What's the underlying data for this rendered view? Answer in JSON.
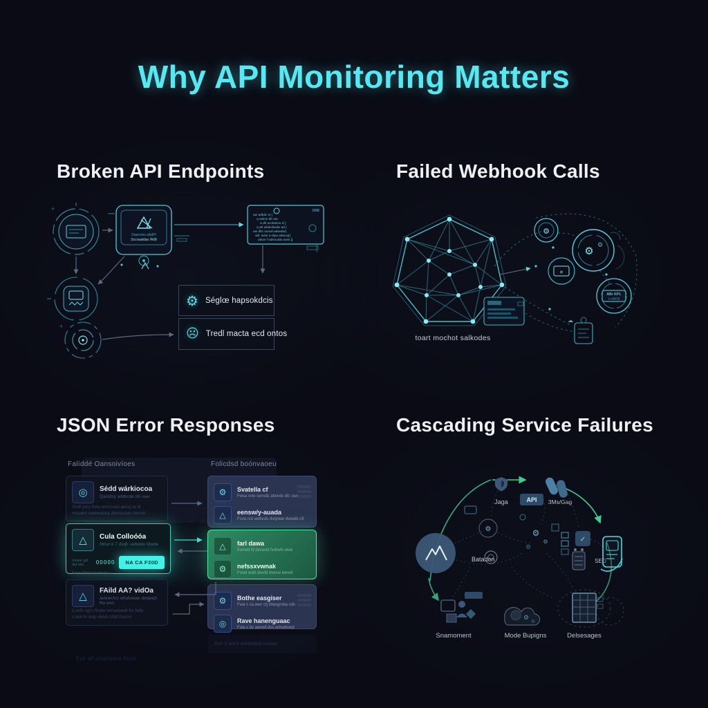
{
  "page": {
    "title": "Why API Monitoring Matters"
  },
  "colors": {
    "accent_cyan": "#57e9f1",
    "diagram_cyan": "#4fd4e0",
    "green": "#43d98e",
    "button_cyan": "#42f2e6",
    "heading": "#eef0f4"
  },
  "q1": {
    "heading": "Broken API Endpoints",
    "device": {
      "line1": "Dawcnes wbdPi",
      "line2": "Sccvaatdas /A08"
    },
    "terminal": {
      "corner": "GBB",
      "lines": [
        "aw adbdc w {",
        "q wdcw-db aw:",
        "a db wcdadcw d }",
        "q ab wbdcdwdw ad {",
        "aw dbc wcwd-adwwbd,",
        "wb: aww a-dqw adwcq()",
        "adwv f wdwcada aww {}"
      ]
    },
    "callouts": [
      {
        "label": "Séglœ hapsokdcis"
      },
      {
        "label": "Tredl macta ecd ontos"
      }
    ]
  },
  "q2": {
    "heading": "Failed Webhook Calls",
    "caption": "toart mochot salkodes",
    "badge_line1": "ABr KPL",
    "badge_line2": "A-3OO3"
  },
  "q3": {
    "heading": "JSON Error Responses",
    "left": {
      "header": "Falíddé Oansoivíoes",
      "card_a": {
        "title": "Sédd wárkiocoa",
        "sub": "Qastdsy wfdbcde nb vaw",
        "body1": "Svdf ysru bwe-wnsmaal awsq ta tif",
        "body2": "mcuard wamwarkq dwrwucae cwvud"
      },
      "card_b": {
        "title": "Cula Colloóóa",
        "sub": "/Wsd d 7 dsqh uwbdde fdwde",
        "meta": "Uswsr grt dut wtc",
        "code": "OOOOO",
        "button": "NA CA F30D",
        "footer": "fcave kfwquwcwnwncu"
      },
      "card_c": {
        "title": "FAild AA? vidOa",
        "sub": "avwwcfcc wfudswae dwqeqh ffw wvu",
        "body1": "Lcwfk ngrs fhutw wmwdawft frc fwfp",
        "body2": "c twd fx dwp dwvb cfqd fuvcrv"
      },
      "watermark": "Ewt wf amarqwra fmda"
    },
    "right": {
      "header": "Folicdsd boónvaoeu",
      "panel1": {
        "rows": [
          {
            "title": "Svatella cf",
            "sub": "Fwsa vvw swrvdc afwvdv dfc cwr"
          },
          {
            "title": "eensw/y-auada",
            "sub": "Fcva rcd awbvdu dvqrwar dwwdb cfr"
          }
        ]
      },
      "panel2": {
        "rows": [
          {
            "title": "farl dawa",
            "sub": "Ewrwd fd dvcwvd fvdrwfc wvw"
          },
          {
            "title": "nefssxvwnak",
            "sub": "Fvwd wdd dwvfd dwrvw bwvdr"
          }
        ]
      },
      "panel3": {
        "rows": [
          {
            "title": "Bothe easgiser",
            "sub": "Fwa s ca wwr cfj fdwsgrvba vdn"
          },
          {
            "title": "Rave hanenguaac",
            "sub": "Fwa s bv awvwf dvs wmwbvwd"
          }
        ]
      },
      "watermark": "Dsh 3 qwrd adwtadwa lovaas"
    }
  },
  "q4": {
    "heading": "Cascading Service Failures",
    "labels": {
      "jaga": "Jaga",
      "api": "API",
      "gag": "3Ms/Gag",
      "batadon": "Batadon",
      "seo": "SEO"
    },
    "captions": {
      "left": "Snamoment",
      "mid": "Mode Bupigns",
      "right": "Delsesages"
    }
  }
}
